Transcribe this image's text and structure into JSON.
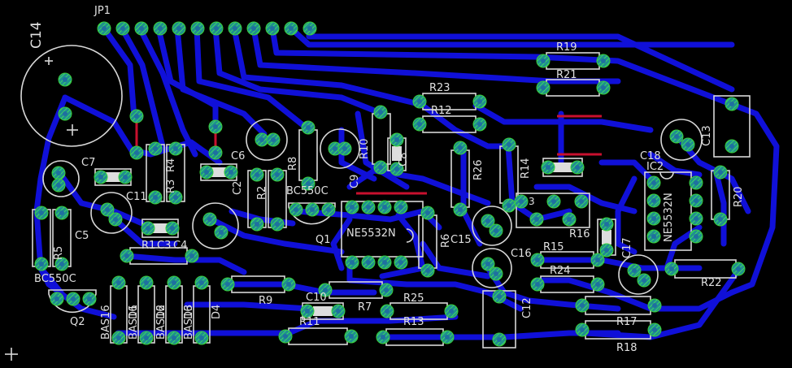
{
  "colors": {
    "background": "#000000",
    "trace": "#1010d8",
    "silkscreen": "#d8d8d8",
    "pad": "#2a9a9a",
    "pad_hatch": "#3aff3a",
    "jumper": "#c8102e"
  },
  "labels": {
    "jp1": "JP1",
    "c14": "C14",
    "c7": "C7",
    "c6": "C6",
    "c5": "C5",
    "c4": "C4",
    "c2": "C2",
    "r3": "R3",
    "r4": "R4",
    "r2": "R2",
    "r1": "R1",
    "r5": "R5",
    "r8": "R8",
    "r9": "R9",
    "r10": "R10",
    "c8": "C8",
    "c9": "C9",
    "c3": "C3",
    "r23": "R23",
    "r12": "R12",
    "r19": "R19",
    "r21": "R21",
    "r26": "R26",
    "r14": "R14",
    "r6": "R6",
    "r7": "R7",
    "r25": "R25",
    "r13": "R13",
    "r11": "R11",
    "r15": "R15",
    "r24": "R24",
    "r16": "R16",
    "r17": "R17",
    "r18": "R18",
    "r20": "R20",
    "r22": "R22",
    "c10": "C10",
    "c11": "C11",
    "c12": "C12",
    "c13": "C13",
    "c15": "C15",
    "c16": "C16",
    "c17": "C17",
    "c18": "C18",
    "q1": "Q1",
    "q2": "Q2",
    "bc550c_1": "BC550C",
    "bc550c_2": "BC550C",
    "ne5532n_1": "NE5532N",
    "ne5532n_2": "NE5532N",
    "ic2": "IC2",
    "pot_pin": "3",
    "bas_labels": [
      "BAS16",
      "BAS16",
      "BAS16",
      "BAS16"
    ],
    "d_labels": [
      "D1",
      "D2",
      "D3",
      "D4"
    ]
  }
}
